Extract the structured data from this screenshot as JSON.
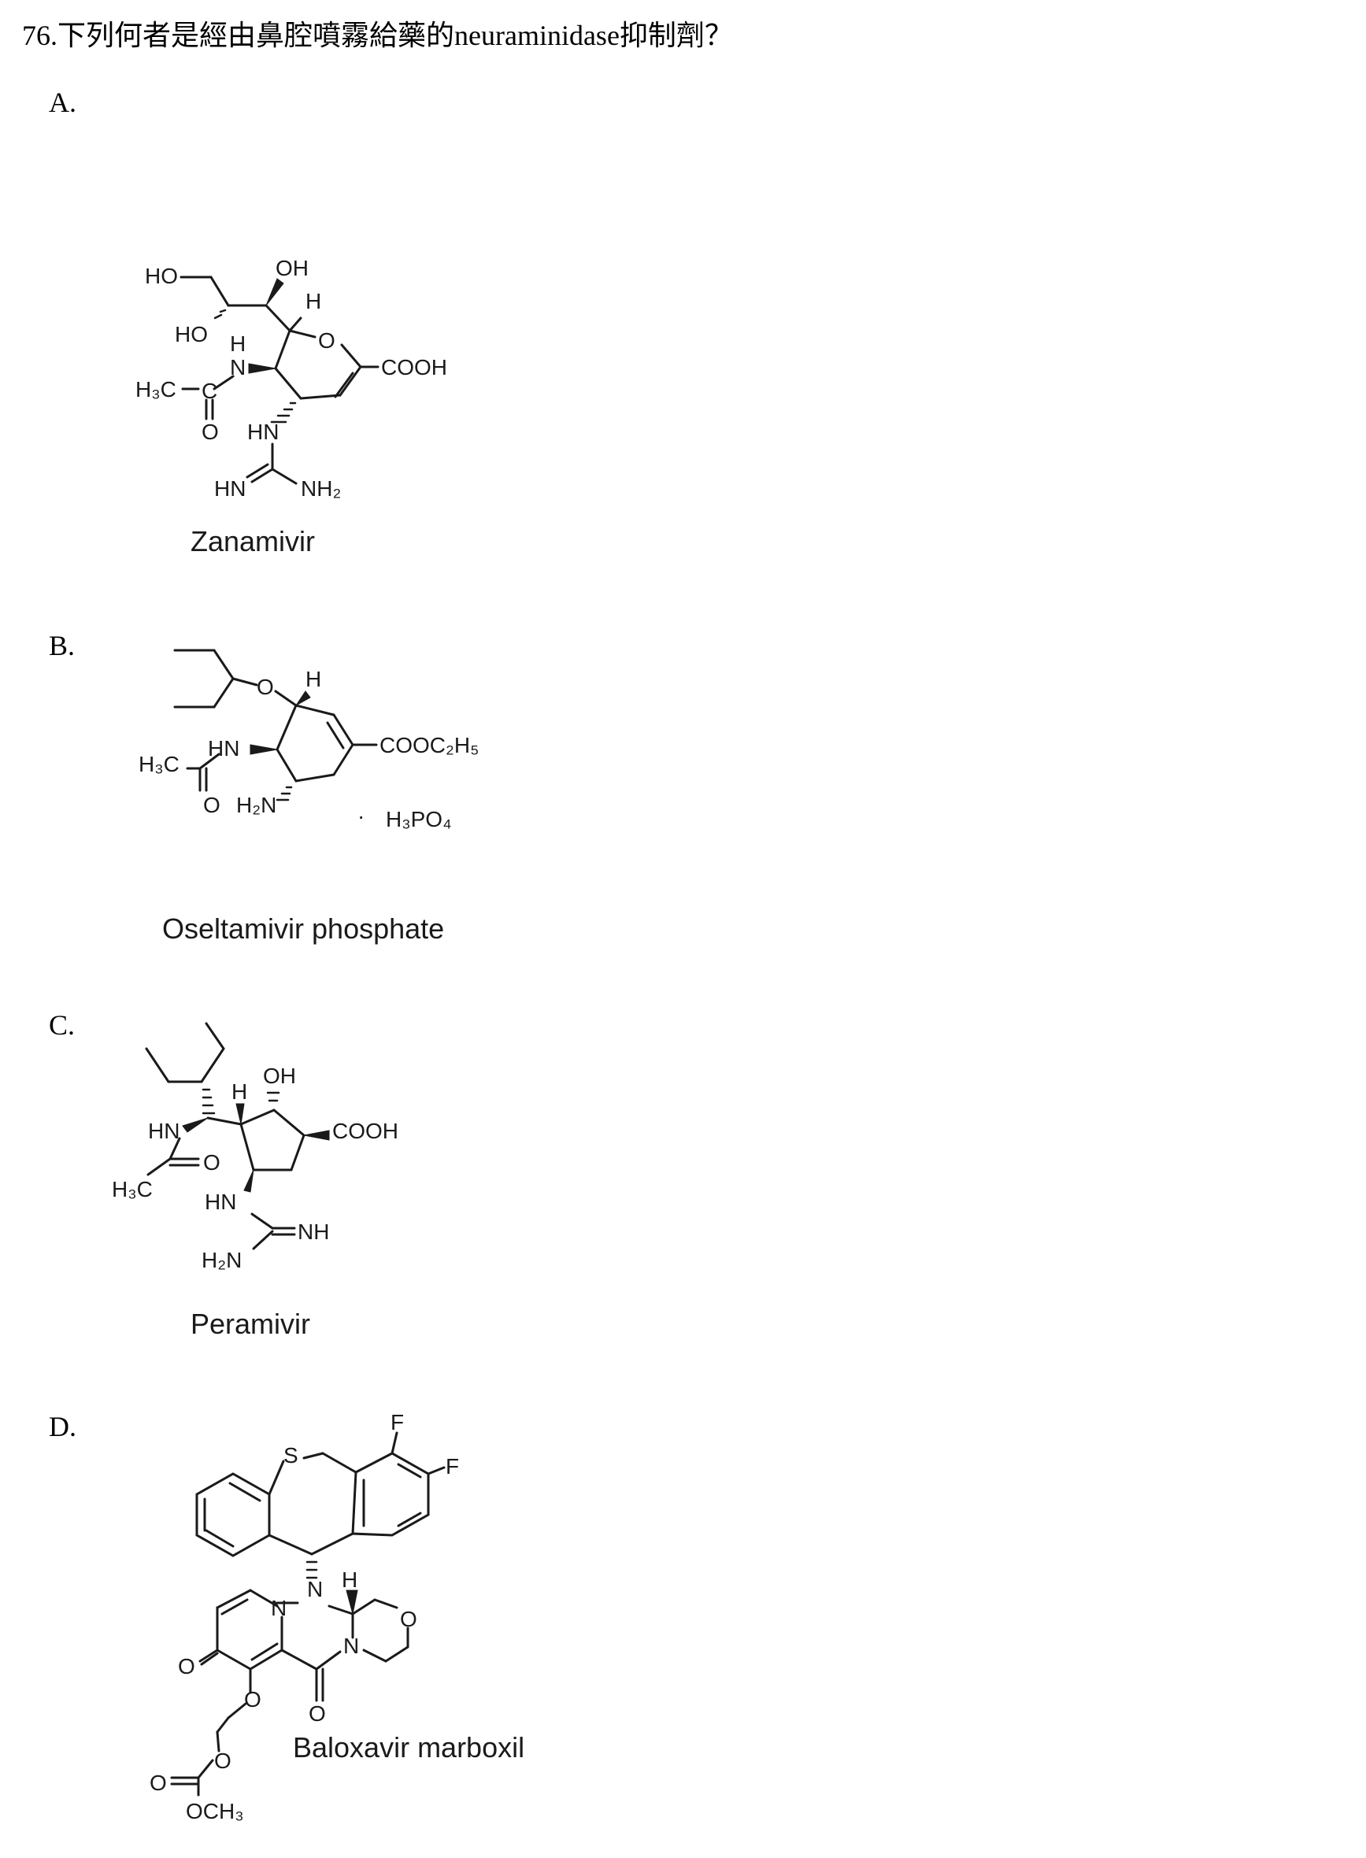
{
  "question": {
    "number": "76.",
    "text": "下列何者是經由鼻腔噴霧給藥的neuraminidase抑制劑？"
  },
  "options": [
    {
      "letter": "A.",
      "drug_name": "Zanamivir",
      "atoms": {
        "ho_top": "HO",
        "oh_top": "OH",
        "h_top": "H",
        "ho_side": "HO",
        "o_ring": "O",
        "h_n": "H",
        "n": "N",
        "cooh": "COOH",
        "h3c": "H₃C",
        "c": "C",
        "o_carbonyl": "O",
        "hn": "HN",
        "hn_guan": "HN",
        "nh2": "NH₂"
      }
    },
    {
      "letter": "B.",
      "drug_name": "Oseltamivir phosphate",
      "atoms": {
        "o_ether": "O",
        "h": "H",
        "hn": "HN",
        "cooc2h5": "COOC₂H₅",
        "h3c": "H₃C",
        "o_carbonyl": "O",
        "h2n": "H₂N",
        "dot": "·",
        "h3po4": "H₃PO₄"
      }
    },
    {
      "letter": "C.",
      "drug_name": "Peramivir",
      "atoms": {
        "oh": "OH",
        "h": "H",
        "hn": "HN",
        "cooh": "COOH",
        "o": "O",
        "h3c": "H₃C",
        "hn_guan": "HN",
        "nh": "NH",
        "h2n": "H₂N"
      }
    },
    {
      "letter": "D.",
      "drug_name": "Baloxavir marboxil",
      "atoms": {
        "s": "S",
        "f1": "F",
        "f2": "F",
        "n1": "N",
        "n2": "N",
        "h": "H",
        "o_morph": "O",
        "n3": "N",
        "o_keto": "O",
        "o_lactam": "O",
        "o_link": "O",
        "o_link2": "O",
        "o_carb": "O",
        "och3": "OCH₃"
      }
    }
  ]
}
